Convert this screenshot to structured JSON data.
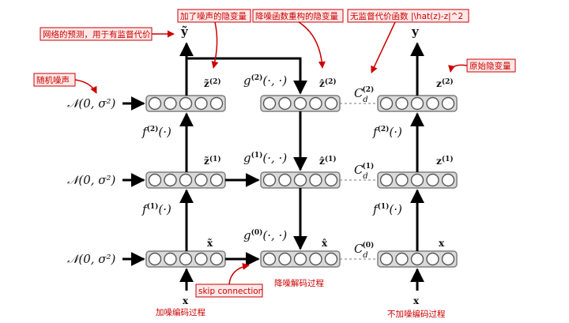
{
  "annotations": {
    "added_noise_latent": "加了噪声的隐变量",
    "denoise_recon_latent": "降噪函数重构的隐变量",
    "unsup_cost": "无监督代价函数 |\\hat(z)-z|^2",
    "prediction": "网络的预测，用于有监督代价",
    "random_noise": "随机噪声",
    "original_latent": "原始隐变量",
    "skip_connection": "skip connection",
    "denoise_decode": "降噪解码过程",
    "noisy_encode": "加噪编码过程",
    "clean_encode": "不加噪编码过程"
  },
  "math": {
    "y_tilde": "ỹ",
    "y": "y",
    "noise": "𝒩(0, σ²)",
    "f2": "f",
    "f1": "f",
    "g2": "g",
    "g1": "g",
    "g0": "g",
    "cd": "C",
    "x_tilde_label": "x̃",
    "x_hat_label": "x̂",
    "x_label": "x",
    "x_in": "x",
    "z_tilde2": "z̃",
    "z_tilde1": "z̃",
    "z_hat2": "ẑ",
    "z_hat1": "ẑ",
    "z2": "z",
    "z1": "z",
    "sup2": "(2)",
    "sup1": "(1)",
    "sup0": "(0)",
    "arg1": "(·)",
    "arg2": "(·, ·)",
    "d": "d"
  },
  "colors": {
    "annotation_red": "#cc0000",
    "box_fill": "#fde9e9",
    "layer_fill": "#d9d9d9",
    "layer_stroke": "#7f7f7f"
  }
}
